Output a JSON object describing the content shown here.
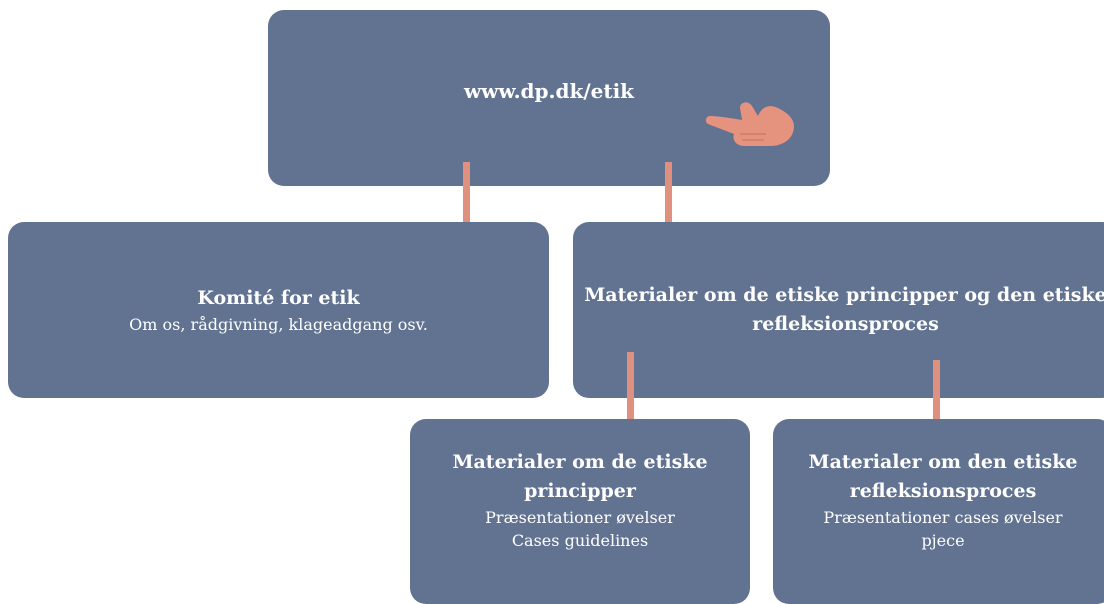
{
  "root": {
    "title": "www.dp.dk/etik"
  },
  "komite": {
    "title": "Komité for etik",
    "subtitle": "Om os, rådgivning, klageadgang osv."
  },
  "materialer": {
    "title": "Materialer om de etiske principper og den etiske refleksionsproces"
  },
  "principper": {
    "title": "Materialer om de etiske principper",
    "line1": "Præsentationer øvelser",
    "line2": "Cases guidelines"
  },
  "refleksion": {
    "title": "Materialer om den etiske refleksionsproces",
    "line1": "Præsentationer cases øvelser",
    "line2": "pjece"
  },
  "colors": {
    "box": "#627391",
    "arrow": "#e0907e",
    "text": "#ffffff"
  },
  "icons": [
    "pointing-hand-icon"
  ]
}
